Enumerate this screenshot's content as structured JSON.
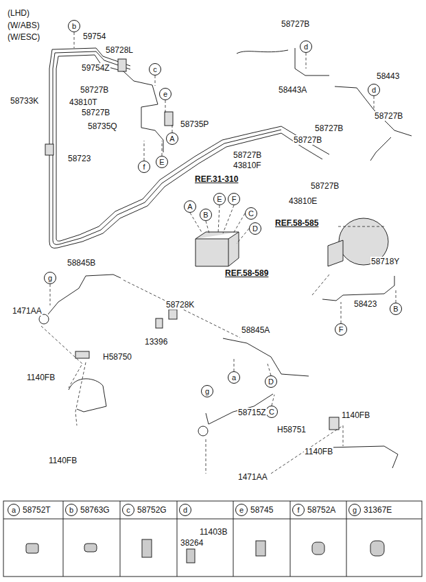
{
  "diagram": {
    "nodes": [
      {
        "text": [
          "b"
        ]
      },
      {
        "text": [
          "c"
        ]
      },
      {
        "text": [
          "e"
        ]
      },
      {
        "text": [
          "A"
        ]
      },
      {
        "text": [
          "f"
        ]
      },
      {
        "text": [
          "E"
        ]
      },
      {
        "text": [
          "d"
        ]
      },
      {
        "text": [
          "d"
        ]
      },
      {
        "text": [
          "A"
        ]
      },
      {
        "text": [
          "B"
        ]
      },
      {
        "text": [
          "E"
        ]
      },
      {
        "text": [
          "F"
        ]
      },
      {
        "text": [
          "C"
        ]
      },
      {
        "text": [
          "D"
        ]
      },
      {
        "text": [
          "B"
        ]
      },
      {
        "text": [
          "F"
        ]
      },
      {
        "text": [
          "g"
        ]
      },
      {
        "text": [
          "a"
        ]
      },
      {
        "text": [
          "D"
        ]
      },
      {
        "text": [
          "g"
        ]
      },
      {
        "text": [
          "C"
        ]
      },
      {
        "text": [
          "a"
        ]
      },
      {
        "text": [
          "b"
        ]
      },
      {
        "text": [
          "c"
        ]
      },
      {
        "text": [
          "d"
        ]
      },
      {
        "text": [
          "e"
        ]
      },
      {
        "text": [
          "f"
        ]
      },
      {
        "text": [
          "g"
        ]
      }
    ],
    "labels": [
      "(LHD)",
      "(W/ABS)",
      "(W/ESC)",
      "59754",
      "58728L",
      "59754Z",
      "58727B",
      "58733K",
      "43810T",
      "58727B",
      "58735Q",
      "58735P",
      "58723",
      "REF.31-310",
      "58727B",
      "58443A",
      "58443",
      "58727B",
      "58727B",
      "58727B",
      "58727B",
      "43810F",
      "58727B",
      "43810E",
      "REF.58-585",
      "REF.58-589",
      "58718Y",
      "58423",
      "58845B",
      "58728K",
      "1471AA",
      "13396",
      "58845A",
      "H58750",
      "1140FB",
      "1140FB",
      "58715Z",
      "1140FB",
      "H58751",
      "1140FB",
      "1471AA",
      "58752T",
      "58763G",
      "58752G",
      "11403B",
      "38264",
      "58745",
      "58752A",
      "31367E"
    ]
  }
}
